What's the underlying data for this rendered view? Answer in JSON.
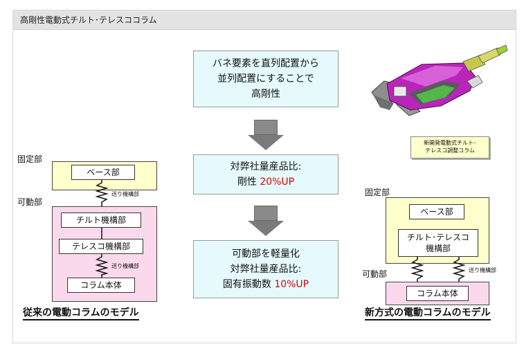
{
  "header": {
    "title": "高剛性電動式チルト･テレスココラム"
  },
  "center": {
    "box1": {
      "line1": "バネ要素を直列配置から",
      "line2": "並列配置にすることで",
      "line3": "高剛性"
    },
    "box2": {
      "line1": "対弊社量産品比:",
      "prefix": "剛性 ",
      "highlight": "20%UP"
    },
    "box3": {
      "line1": "可動部を軽量化",
      "line2": "対弊社量産品比:",
      "prefix": "固有振動数 ",
      "highlight": "10%UP"
    }
  },
  "left_model": {
    "fixed_label": "固定部",
    "movable_label": "可動部",
    "base": "ベース部",
    "tilt": "チルト機構部",
    "telesco": "テレスコ機構部",
    "column": "コラム本体",
    "slip1": "送り機構部",
    "slip2": "送り機構部",
    "title": "従来の電動コラムのモデル"
  },
  "right_model": {
    "fixed_label": "固定部",
    "movable_label": "可動部",
    "base": "ベース部",
    "tilt_telesco_line1": "チルト･テレスコ",
    "tilt_telesco_line2": "機構部",
    "column": "コラム本体",
    "slip": "送り機構部",
    "title": "新方式の電動コラムのモデル"
  },
  "product": {
    "caption_line1": "新開発電動式チルト･",
    "caption_line2": "テレスコ調整コラム"
  },
  "colors": {
    "center_fill": "#e6fafd",
    "yellow_fill": "#ffffcc",
    "pink_fill": "#fbd9ec",
    "highlight": "#e00000",
    "arrow": "#7a7a7a"
  }
}
